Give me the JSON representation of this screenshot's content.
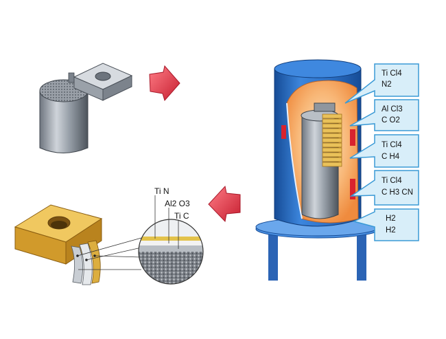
{
  "gas_labels": [
    {
      "line1": "Ti Cl4",
      "line2": "N2"
    },
    {
      "line1": "Al Cl3",
      "line2": "C O2"
    },
    {
      "line1": "Ti Cl4",
      "line2": "C H4"
    },
    {
      "line1": "Ti Cl4",
      "line2": "C H3 CN"
    },
    {
      "line1": "H2",
      "line2": "H2"
    }
  ],
  "coating_layers": [
    "Ti N",
    "Al2 O3",
    "Ti C"
  ],
  "colors": {
    "reactor_blue": "#2f73c9",
    "reactor_blue_dark": "#164c96",
    "chamber_orange": "#f6a05a",
    "arrow_red": "#e23a4a",
    "gas_arrow_fill": "#d8eef9",
    "gas_arrow_stroke": "#3a9ad6",
    "insert_gold": "#d9a737",
    "tool_steel": "#8e96a0"
  }
}
